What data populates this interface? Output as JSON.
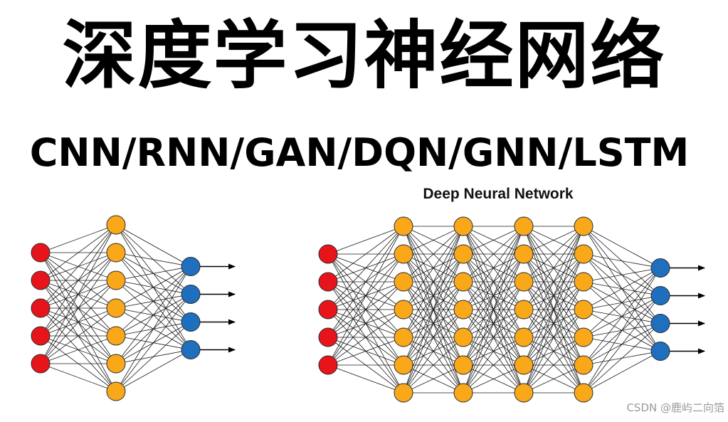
{
  "title": "深度学习神经网络",
  "subtitle": "CNN/RNN/GAN/DQN/GNN/LSTM",
  "deep_network_caption": "Deep Neural Network",
  "watermark": "CSDN @鹿屿二向箔",
  "colors": {
    "input_node": "#e8141c",
    "hidden_node": "#f9a81a",
    "output_node": "#1f6fbf",
    "edge": "#1a1a1a",
    "node_stroke": "#2b2b2b"
  },
  "networks": [
    {
      "id": "shallow-network",
      "layers": [
        {
          "role": "input",
          "nodes": 5
        },
        {
          "role": "hidden",
          "nodes": 7
        },
        {
          "role": "output",
          "nodes": 4
        }
      ]
    },
    {
      "id": "deep-network",
      "layers": [
        {
          "role": "input",
          "nodes": 5
        },
        {
          "role": "hidden",
          "nodes": 7
        },
        {
          "role": "hidden",
          "nodes": 7
        },
        {
          "role": "hidden",
          "nodes": 7
        },
        {
          "role": "hidden",
          "nodes": 7
        },
        {
          "role": "output",
          "nodes": 4
        }
      ]
    }
  ]
}
